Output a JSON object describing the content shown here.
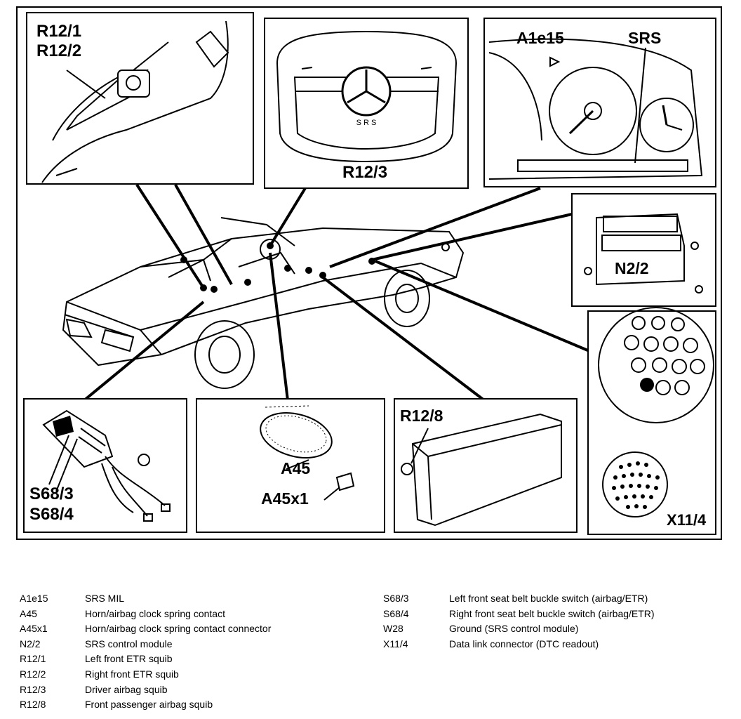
{
  "callouts": {
    "r12_1": "R12/1",
    "r12_2": "R12/2",
    "r12_3": "R12/3",
    "a1e15": "A1e15",
    "srs": "SRS",
    "n2_2": "N2/2",
    "s68_3": "S68/3",
    "s68_4": "S68/4",
    "a45": "A45",
    "a45x1": "A45x1",
    "r12_8": "R12/8",
    "x11_4": "X11/4"
  },
  "airbag_text": "S R S",
  "legend": {
    "left": [
      {
        "code": "A1e15",
        "desc": "SRS MIL"
      },
      {
        "code": "A45",
        "desc": "Horn/airbag clock spring contact"
      },
      {
        "code": "A45x1",
        "desc": "Horn/airbag clock spring contact connector"
      },
      {
        "code": "N2/2",
        "desc": "SRS control module"
      },
      {
        "code": "R12/1",
        "desc": "Left front ETR squib"
      },
      {
        "code": "R12/2",
        "desc": "Right front ETR squib"
      },
      {
        "code": "R12/3",
        "desc": "Driver airbag squib"
      },
      {
        "code": "R12/8",
        "desc": "Front passenger airbag squib"
      }
    ],
    "right": [
      {
        "code": "S68/3",
        "desc": "Left front seat belt buckle switch (airbag/ETR)"
      },
      {
        "code": "S68/4",
        "desc": "Right front seat belt buckle switch (airbag/ETR)"
      },
      {
        "code": "W28",
        "desc": "Ground (SRS control module)"
      },
      {
        "code": "X11/4",
        "desc": "Data link connector (DTC readout)"
      }
    ]
  }
}
